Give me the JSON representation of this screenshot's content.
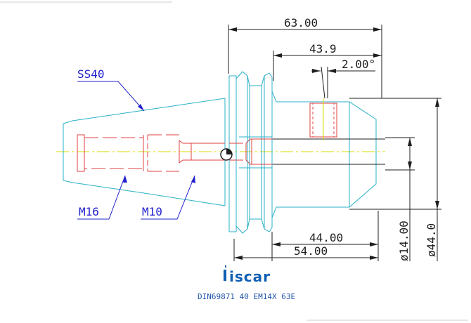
{
  "drawing": {
    "thread_label_body": "SS40",
    "thread_label_large": "M16",
    "thread_label_small": "M10",
    "dimensions": {
      "overall_length": "63.00",
      "body_length": "43.9",
      "angle": "2.00°",
      "length_44": "44.00",
      "length_54": "54.00",
      "bore_diameter": "ø14.00",
      "outer_diameter": "ø44.0"
    },
    "brand": "iscar",
    "designation": "DIN69871 40 EM14X 63E"
  }
}
